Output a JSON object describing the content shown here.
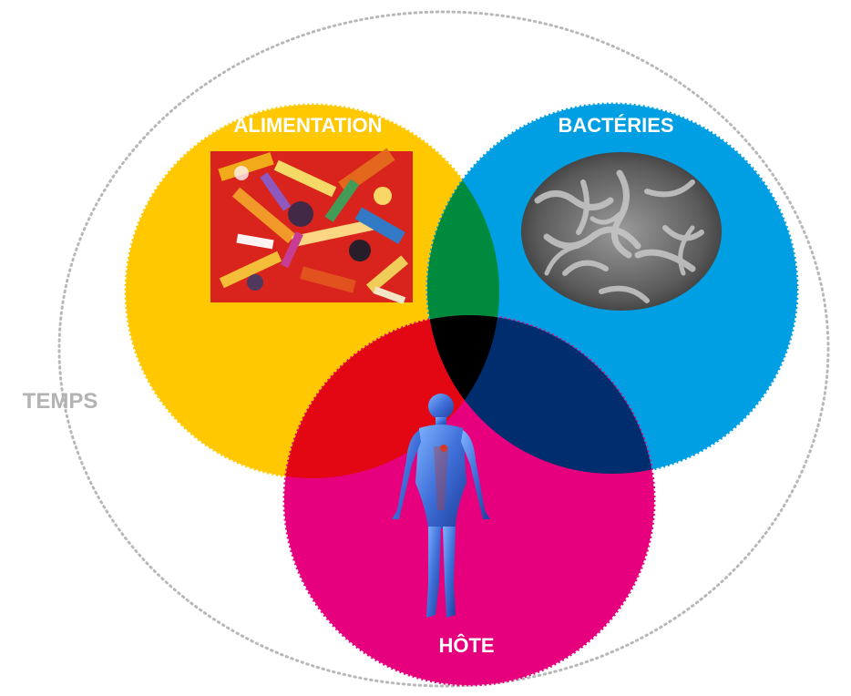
{
  "outer_label": "TEMPS",
  "sets": {
    "food": {
      "label": "ALIMENTATION",
      "color": "#FFC800",
      "image": "colorful-candy-photo"
    },
    "bacteria": {
      "label": "BACTÉRIES",
      "color": "#009FE3",
      "image": "bacteria-microscopy-photo"
    },
    "host": {
      "label": "HÔTE",
      "color": "#E6007E",
      "image": "human-body-figure"
    }
  },
  "overlaps": {
    "food_bacteria": "#008A3E",
    "food_host": "#E30613",
    "bacteria_host": "#002D6E",
    "center": "#000000"
  }
}
